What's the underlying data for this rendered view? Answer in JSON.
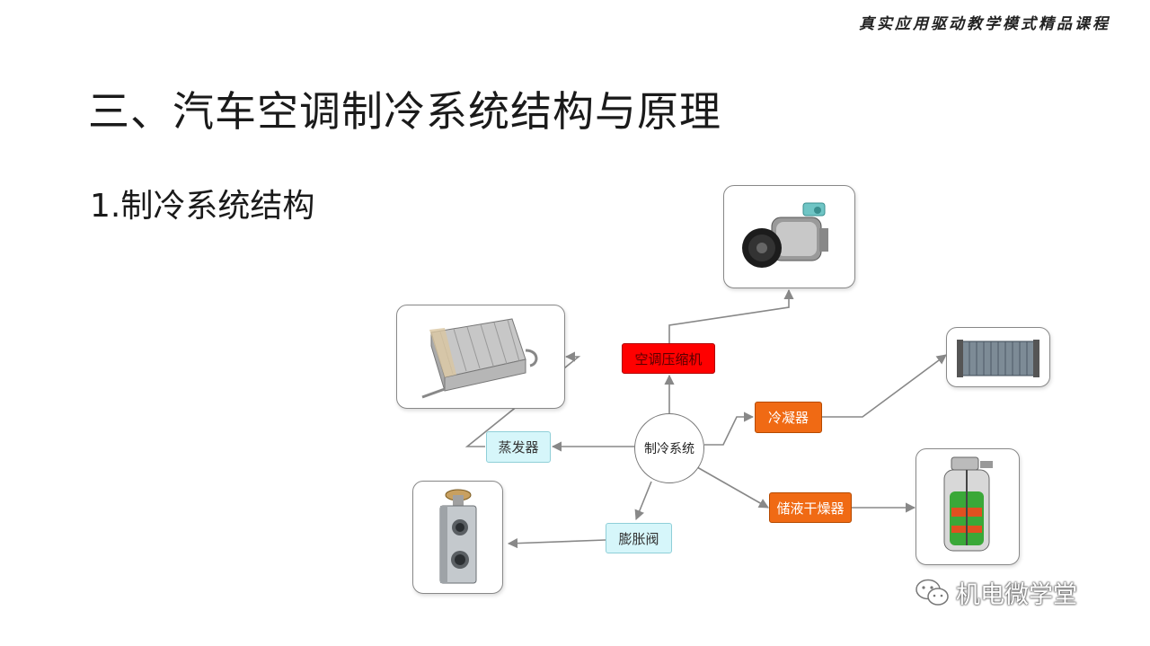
{
  "header": {
    "banner": "真实应用驱动教学模式精品课程"
  },
  "slide": {
    "title": "三、汽车空调制冷系统结构与原理",
    "subtitle": "1.制冷系统结构"
  },
  "diagram": {
    "center": "制冷系统",
    "nodes": {
      "compressor": "空调压缩机",
      "condenser": "冷凝器",
      "evaporator": "蒸发器",
      "expansion_valve": "膨胀阀",
      "receiver_drier": "储液干燥器"
    },
    "colors": {
      "compressor": "#ff0000",
      "condenser": "#f06a14",
      "receiver_drier": "#f06a14",
      "evaporator": "#d6f6fa",
      "expansion_valve": "#d6f6fa",
      "connector": "#888888"
    }
  },
  "watermark": {
    "text": "机电微学堂",
    "icon": "wechat-icon"
  }
}
